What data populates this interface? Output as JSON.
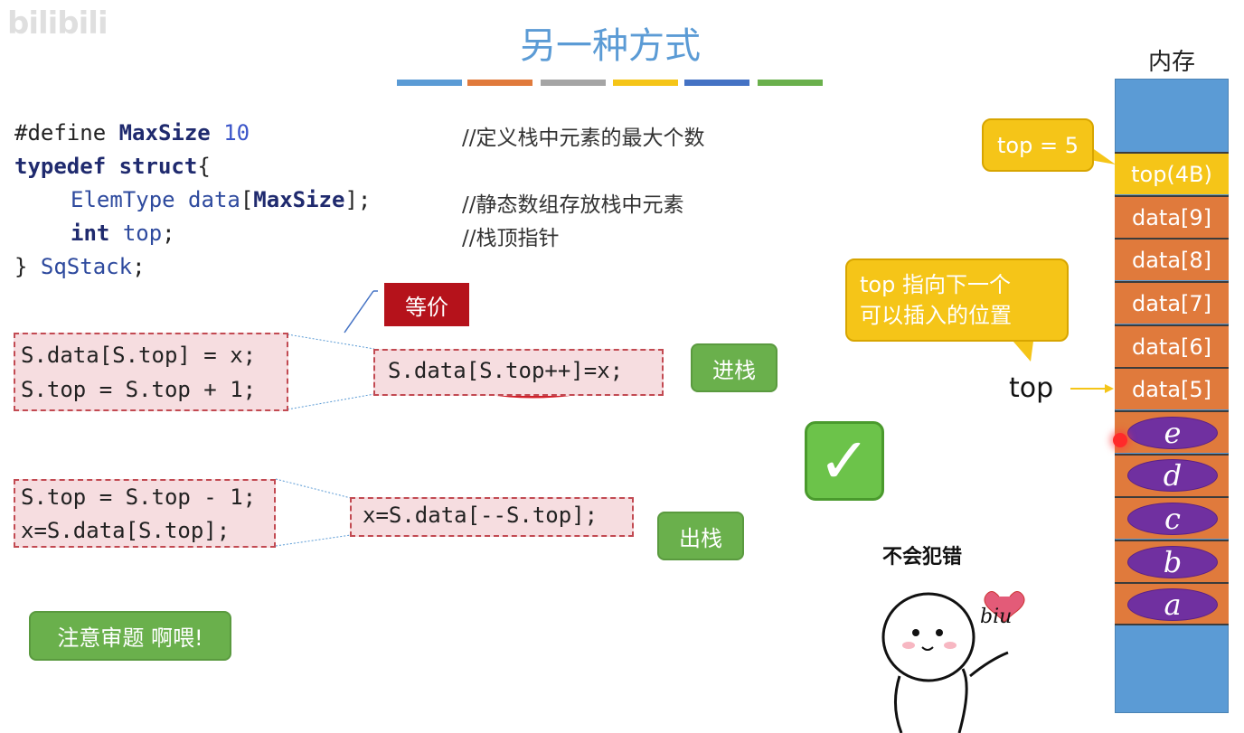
{
  "watermark": "bilibili",
  "title": "另一种方式",
  "colors": {
    "bar1": "#5b9bd5",
    "bar2": "#e07a3c",
    "bar3": "#a5a5a5",
    "bar4": "#f5c518",
    "bar5": "#4472c4",
    "bar6": "#6ab04c"
  },
  "code": {
    "line1": {
      "define": "#define",
      "name": "MaxSize",
      "value": "10",
      "comment": "//定义栈中元素的最大个数"
    },
    "line2": {
      "typedef": "typedef",
      "struct": "struct",
      "brace": "{"
    },
    "line3": {
      "type": "ElemType",
      "field": "data",
      "open": "[",
      "size": "MaxSize",
      "close": "];",
      "comment": "//静态数组存放栈中元素"
    },
    "line4": {
      "type": "int",
      "field": "top",
      "semi": ";",
      "comment": "//栈顶指针"
    },
    "line5": {
      "close": "} ",
      "name": "SqStack",
      "semi": ";"
    }
  },
  "push": {
    "line1": "S.data[S.top] = x;",
    "line2": "S.top = S.top + 1;",
    "equivalent_label": "等价",
    "combined": "S.data[S.top++]=x;",
    "bubble": "进栈"
  },
  "pop": {
    "line1": "S.top = S.top - 1;",
    "line2": "x=S.data[S.top];",
    "combined": "x=S.data[--S.top];",
    "bubble": "出栈"
  },
  "note_bubble": "注意审题 啊喂!",
  "memory": {
    "label": "内存",
    "top_callout": "top = 5",
    "top_cell": "top(4B)",
    "cells": [
      "data[9]",
      "data[8]",
      "data[7]",
      "data[6]",
      "data[5]"
    ],
    "elements": [
      "e",
      "d",
      "c",
      "b",
      "a"
    ],
    "pointer_label": "top",
    "explain_line1": "top 指向下一个",
    "explain_line2": "可以插入的位置"
  },
  "check_icon": "check-mark-icon",
  "sticker": {
    "caption": "不会犯错",
    "biu": "biu"
  }
}
